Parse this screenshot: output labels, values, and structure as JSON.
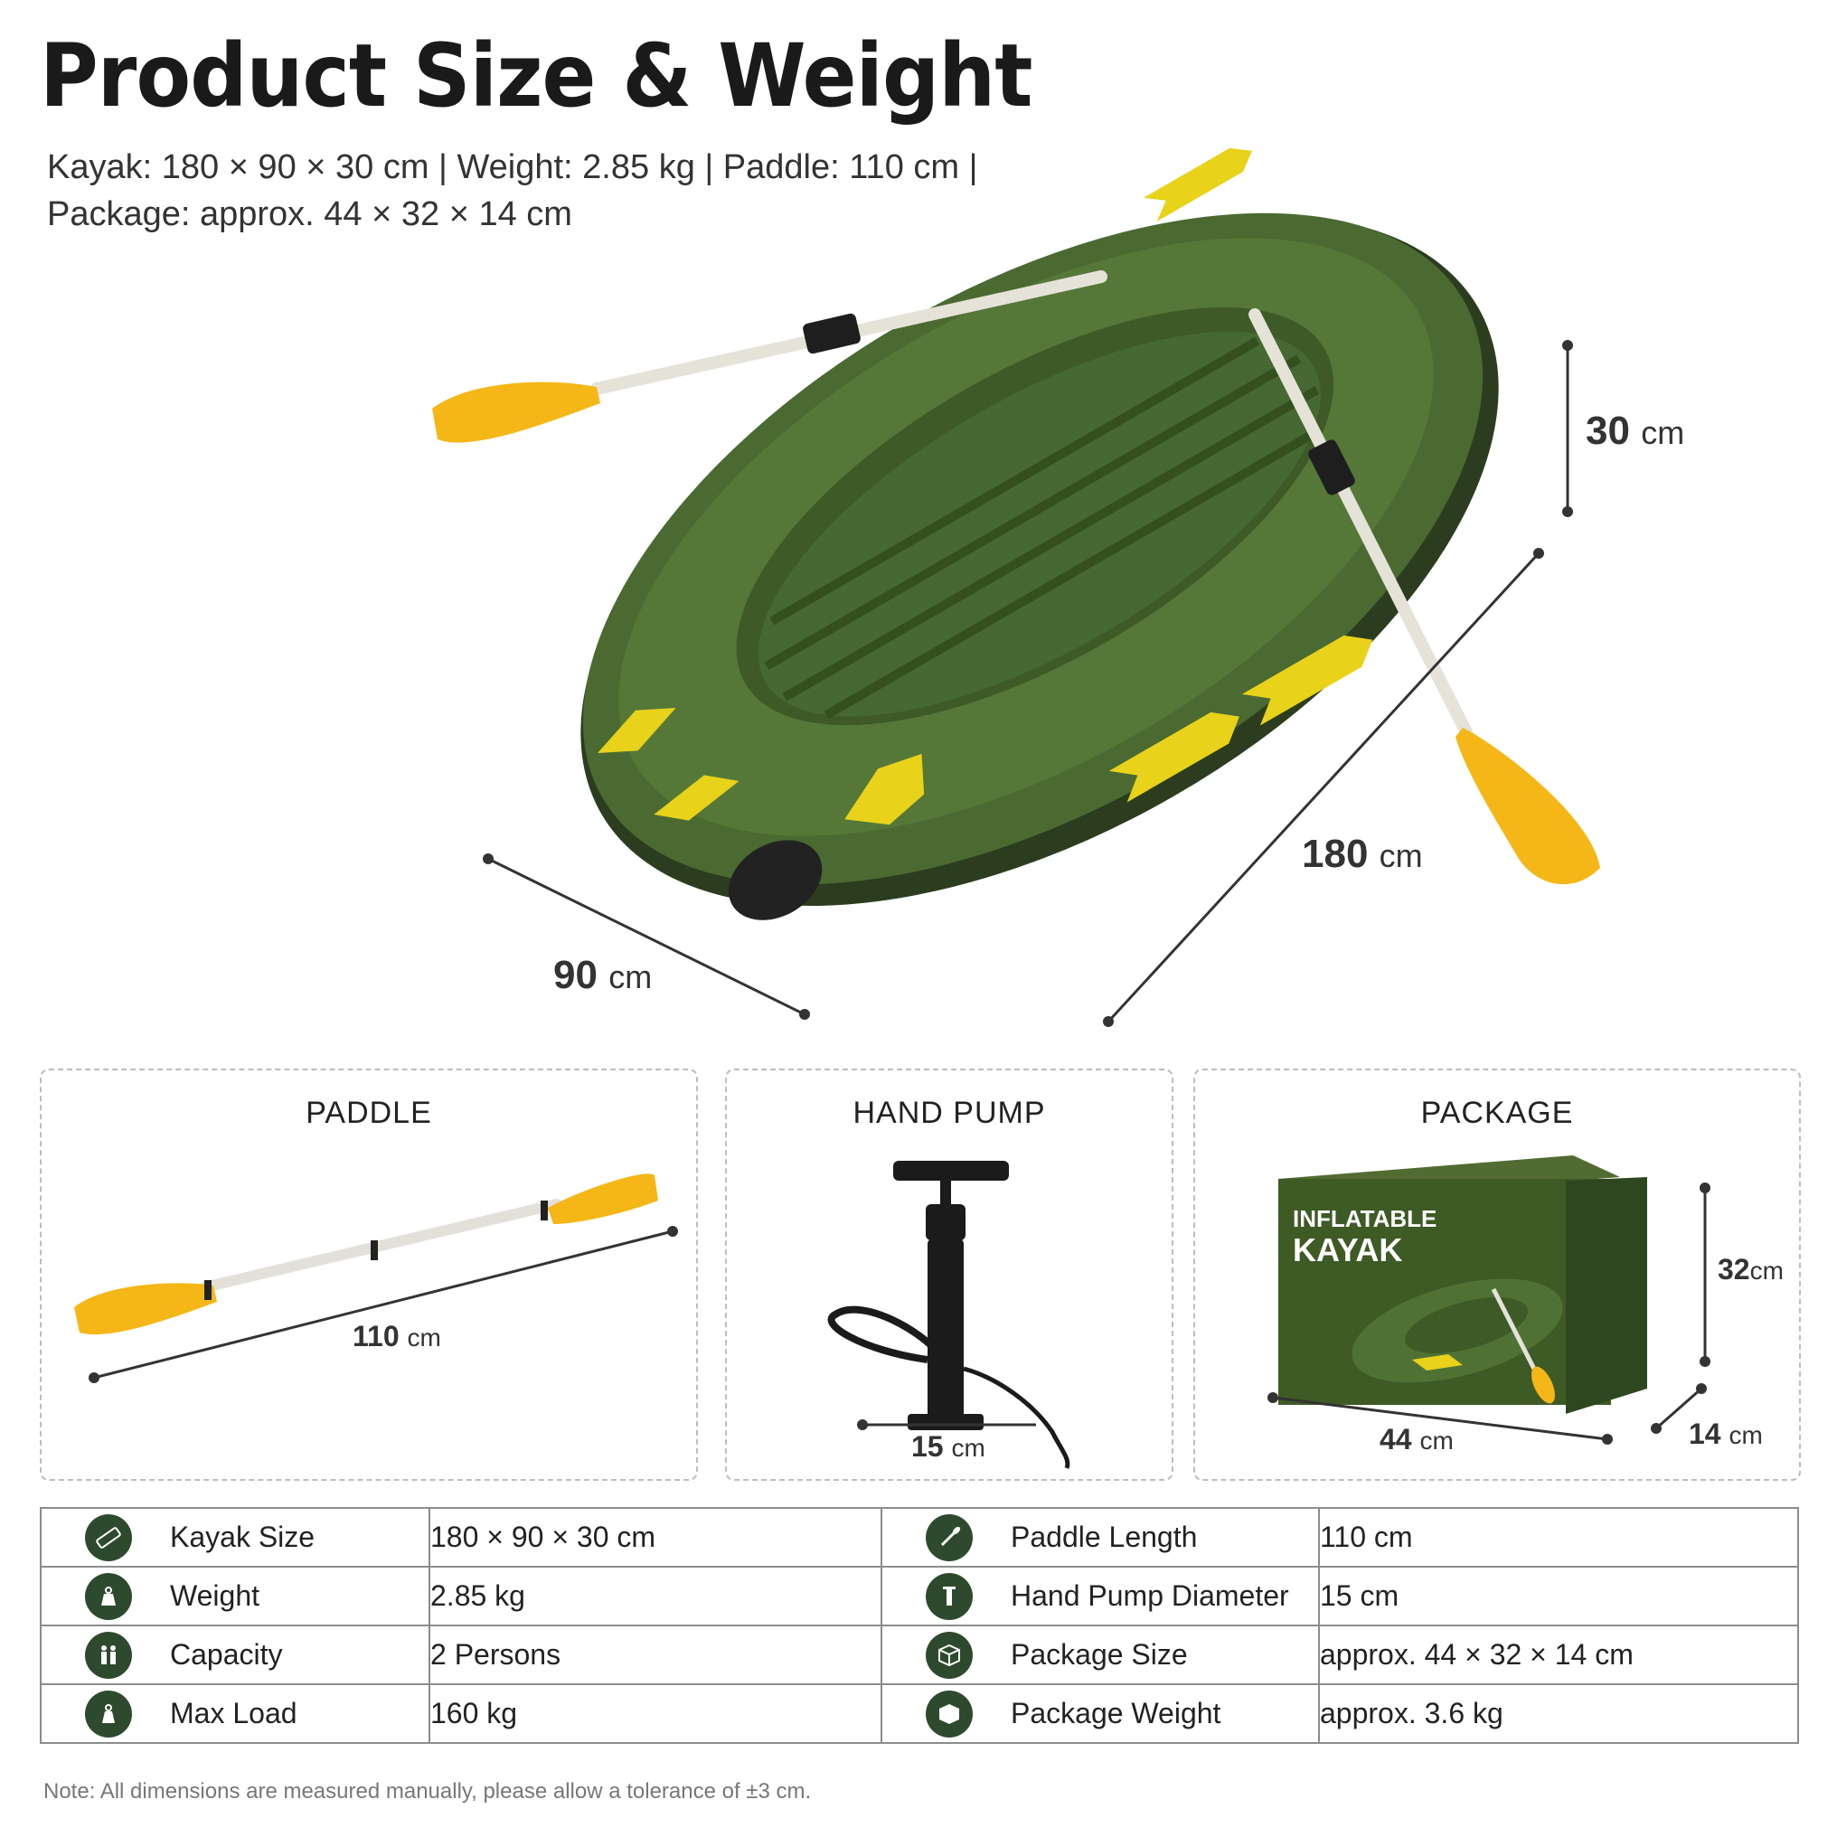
{
  "header": {
    "title": "Product Size & Weight",
    "line1": "Kayak: 180 × 90 × 30 cm  |  Weight: 2.85 kg | Paddle: 110 cm |",
    "line2": "Package: approx. 44 × 32 × 14 cm"
  },
  "main_dims": {
    "height": {
      "num": "30",
      "unit": "cm"
    },
    "length": {
      "num": "180",
      "unit": "cm"
    },
    "width": {
      "num": "90",
      "unit": "cm"
    }
  },
  "panels": {
    "paddle": {
      "title": "PADDLE",
      "num": "110",
      "unit": "cm"
    },
    "pump": {
      "title": "HAND PUMP",
      "num": "15",
      "unit": "cm"
    },
    "package": {
      "title": "PACKAGE",
      "box_line1": "INFLATABLE",
      "box_line2": "KAYAK",
      "h": {
        "num": "32",
        "unit": "cm"
      },
      "w": {
        "num": "44",
        "unit": "cm"
      },
      "d": {
        "num": "14",
        "unit": "cm"
      }
    }
  },
  "specs": [
    {
      "l_icon": "ruler-icon",
      "l_label": "Kayak Size",
      "l_value": "180 × 90 × 30 cm",
      "r_icon": "paddle-icon",
      "r_label": "Paddle Length",
      "r_value": "110 cm"
    },
    {
      "l_icon": "weight-icon",
      "l_label": "Weight",
      "l_value": "2.85 kg",
      "r_icon": "pump-icon",
      "r_label": "Hand Pump Diameter",
      "r_value": "15 cm"
    },
    {
      "l_icon": "people-icon",
      "l_label": "Capacity",
      "l_value": "2 Persons",
      "r_icon": "box-icon",
      "r_label": "Package Size",
      "r_value": "approx. 44 × 32 × 14 cm"
    },
    {
      "l_icon": "load-icon",
      "l_label": "Max Load",
      "l_value": "160 kg",
      "r_icon": "package-weight-icon",
      "r_label": "Package Weight",
      "r_value": "approx. 3.6 kg"
    }
  ],
  "note": "Note: All dimensions are measured manually, please allow a tolerance of ±3 cm.",
  "colors": {
    "boat_green": "#3f5f2a",
    "accent_yellow": "#e8d21a",
    "paddle_yellow": "#f5b718",
    "icon_green": "#2e4a2e"
  }
}
